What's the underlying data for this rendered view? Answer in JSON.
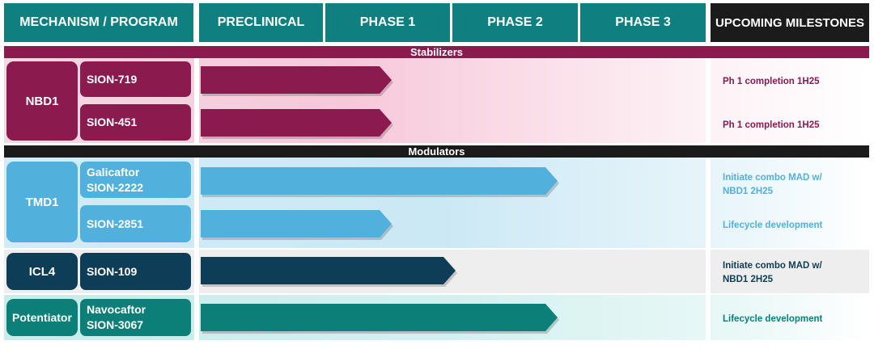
{
  "headers": {
    "mechanism": "MECHANISM / PROGRAM",
    "preclinical": "PRECLINICAL",
    "phase1": "PHASE 1",
    "phase2": "PHASE 2",
    "phase3": "PHASE 3",
    "milestones": "UPCOMING MILESTONES"
  },
  "colors": {
    "header_teal": "#0f7f7f",
    "header_dark": "#1b1b1b",
    "stabilizer": "#8b1a4f",
    "tmd1": "#52b0dd",
    "icl4": "#0e3d57",
    "potentiator": "#0c7f78"
  },
  "sections": {
    "stabilizers": "Stabilizers",
    "modulators": "Modulators"
  },
  "groups": {
    "nbd1": "NBD1",
    "tmd1": "TMD1",
    "icl4": "ICL4",
    "potentiator": "Potentiator"
  },
  "programs": [
    {
      "name_lines": [
        "SION-719"
      ],
      "milestone_lines": [
        "Ph 1 completion 1H25"
      ],
      "progress_phase": 1.5
    },
    {
      "name_lines": [
        "SION-451"
      ],
      "milestone_lines": [
        "Ph 1 completion 1H25"
      ],
      "progress_phase": 1.5
    },
    {
      "name_lines": [
        "Galicaftor",
        "SION-2222"
      ],
      "milestone_lines": [
        "Initiate combo MAD w/",
        "NBD1 2H25"
      ],
      "progress_phase": 2.8
    },
    {
      "name_lines": [
        "SION-2851"
      ],
      "milestone_lines": [
        "Lifecycle development"
      ],
      "progress_phase": 1.5
    },
    {
      "name_lines": [
        "SION-109"
      ],
      "milestone_lines": [
        "Initiate combo MAD w/",
        "NBD1 2H25"
      ],
      "progress_phase": 2.0
    },
    {
      "name_lines": [
        "Navocaftor",
        "SION-3067"
      ],
      "milestone_lines": [
        "Lifecycle development"
      ],
      "progress_phase": 2.8
    }
  ]
}
